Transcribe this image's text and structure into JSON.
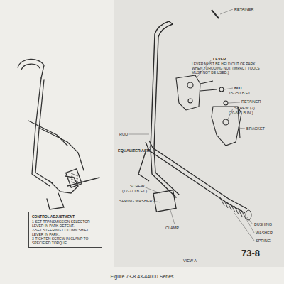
{
  "diagram": {
    "caption": "Figure 73-8 43-44000 Series",
    "nodes": [
      {
        "text": [
          "CONTROL ADJUSTMENT",
          "1-SET TRANSMISSION SELECTOR LEVER IN PARK DETENT.",
          "2-SET STEERING COLUMN SHIFT LEVER IN PARK.",
          "3-TIGHTEN SCREW IN CLAMP TO SPECIFIED TORQUE."
        ]
      }
    ],
    "labels": [
      "RETAINER",
      "LEVER",
      "LEVER MUST BE HELD OUT OF PARK WHEN TORQUING NUT. (IMPACT TOOLS MUST NOT BE USED.)",
      "NUT",
      "15-25 LB.FT.",
      "RETAINER",
      "SCREW (2)",
      "(20-60 LB.IN.)",
      "BRACKET",
      "ROD",
      "EQUALIZER ASM",
      "SCREW",
      "(17-27 LB.FT.)",
      "SPRING WASHER",
      "CLAMP",
      "BUSHING",
      "WASHER",
      "SPRING",
      "VIEW A",
      "73-8"
    ]
  }
}
